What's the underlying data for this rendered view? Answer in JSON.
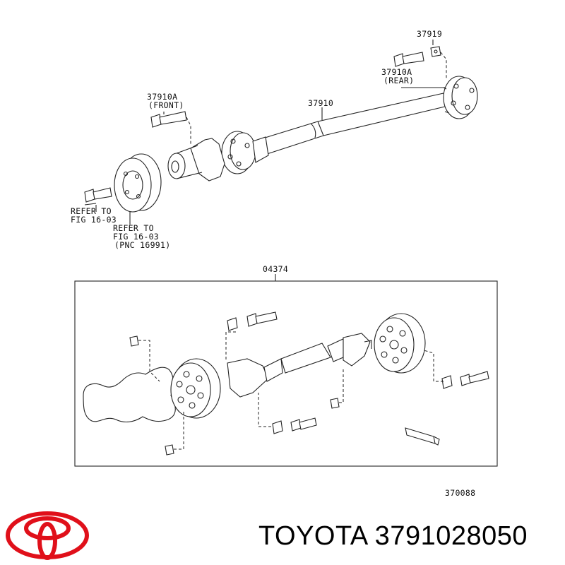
{
  "labels": {
    "p37919": "37919",
    "p37910a_rear": "37910A",
    "p37910a_rear_note": "(REAR)",
    "p37910": "37910",
    "p37910a_front": "37910A",
    "p37910a_front_note": "(FRONT)",
    "refer1_line1": "REFER TO",
    "refer1_line2": "FIG 16-03",
    "refer2_line1": "REFER TO",
    "refer2_line2": "FIG 16-03",
    "refer2_line3": "(PNC 16991)",
    "kit": "04374",
    "diagram_code": "370088"
  },
  "brand": {
    "text": "TOYOTA 3791028050",
    "logo_color": "#e0101a",
    "logo_icon": "toyota-logo-icon"
  }
}
